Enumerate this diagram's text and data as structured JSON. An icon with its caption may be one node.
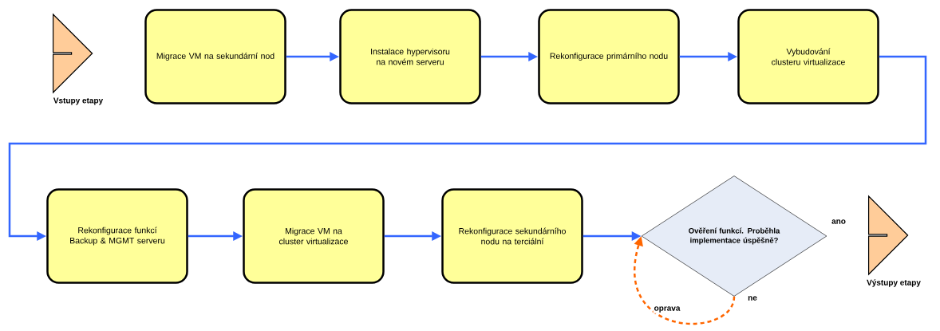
{
  "diagram": {
    "nodes": [
      {
        "text": [
          "Vstupy etapy"
        ]
      },
      {
        "text": [
          "Migrace VM na sekundární nod"
        ]
      },
      {
        "text": [
          "Instalace hypervisoru na novém serveru"
        ]
      },
      {
        "text": [
          "Rekonfigurace primárního nodu"
        ]
      },
      {
        "text": [
          "Vybudování clusteru virtualizace"
        ]
      },
      {
        "text": [
          "Rekonfigurace funkcí Backup & MGMT serveru"
        ]
      },
      {
        "text": [
          "Migrace VM na cluster virtualizace"
        ]
      },
      {
        "text": [
          "Rekonfigurace sekundárního nodu na terciální"
        ]
      },
      {
        "text": [
          "Ověření funkcí. Proběhla implementace úspěšně?"
        ]
      },
      {
        "text": [
          "Výstupy etapy"
        ]
      }
    ],
    "edges": [
      {
        "from": 1,
        "to": 2,
        "arrow": "to"
      },
      {
        "from": 2,
        "to": 3,
        "arrow": "to"
      },
      {
        "from": 3,
        "to": 4,
        "arrow": "to"
      },
      {
        "from": 4,
        "to": 5,
        "arrow": "to"
      },
      {
        "from": 5,
        "to": 6,
        "arrow": "to"
      },
      {
        "from": 6,
        "to": 7,
        "arrow": "to"
      },
      {
        "from": 7,
        "to": 8,
        "arrow": "to"
      },
      {
        "from": 8,
        "to": 8,
        "arrow": "to",
        "label": "oprava",
        "style": "dashed",
        "color": "#ff6600"
      }
    ],
    "labels": [
      "ano",
      "ne"
    ]
  }
}
